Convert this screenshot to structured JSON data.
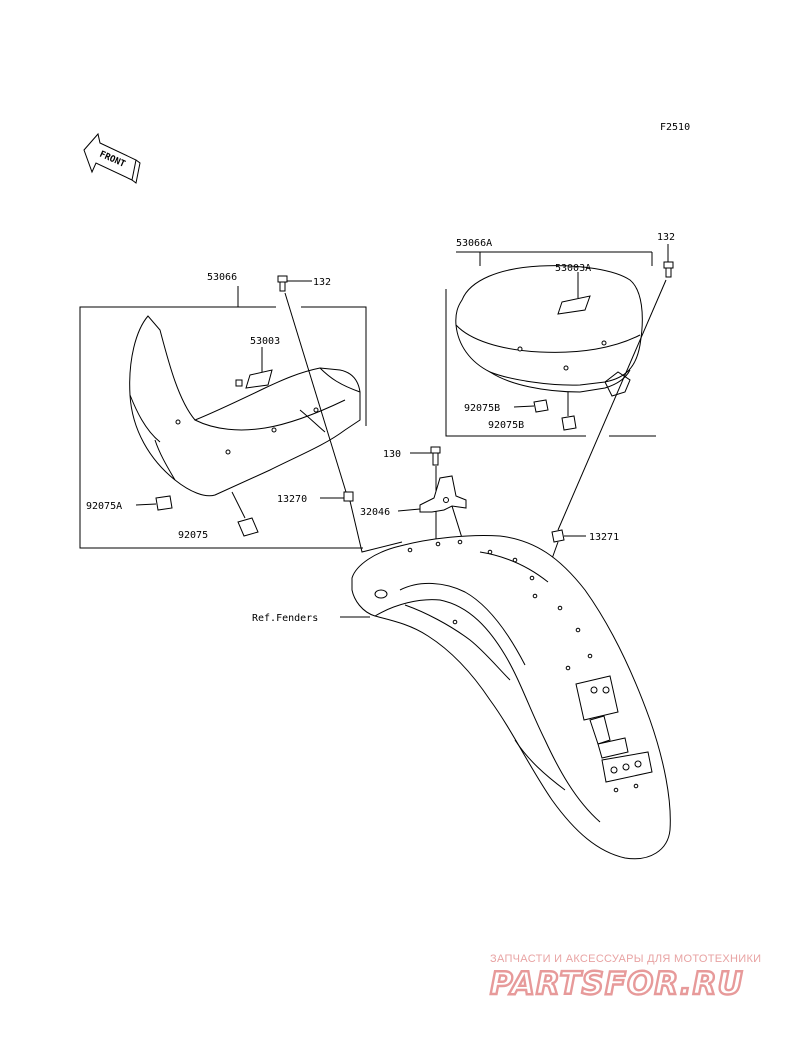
{
  "figure_code": "F2510",
  "front_label": "FRONT",
  "parts": {
    "p53066": "53066",
    "p53003": "53003",
    "p132_left": "132",
    "p92075A": "92075A",
    "p92075": "92075",
    "p53066A": "53066A",
    "p53003A": "53003A",
    "p132_right": "132",
    "p92075B_1": "92075B",
    "p92075B_2": "92075B",
    "p130": "130",
    "p13270": "13270",
    "p32046": "32046",
    "p13271": "13271",
    "ref_fenders": "Ref.Fenders"
  },
  "watermark": {
    "tagline": "ЗАПЧАСТИ И АКСЕССУАРЫ ДЛЯ МОТОТЕХНИКИ",
    "logo": "PARTSFOR.RU"
  },
  "colors": {
    "line": "#000000",
    "watermark": "#e79a9a"
  }
}
